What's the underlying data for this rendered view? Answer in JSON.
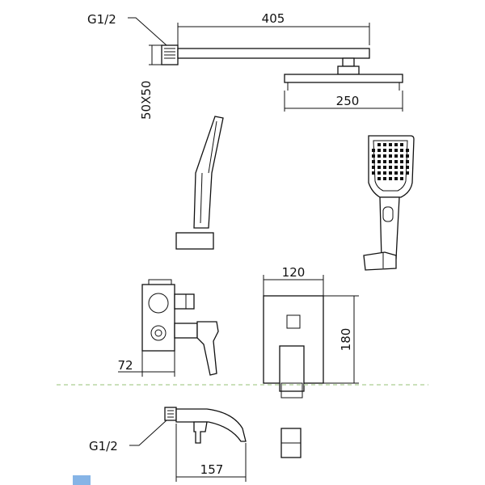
{
  "labels": {
    "thread_top": "G1/2",
    "arm_length": "405",
    "flange_size": "50X50",
    "head_width": "250",
    "valve_depth": "72",
    "plate_width": "120",
    "plate_height": "180",
    "thread_bottom": "G1/2",
    "spout_length": "157"
  },
  "colors": {
    "line": "#111111",
    "ground_line": "#b9d6a4",
    "corner_tab": "#86b4e6"
  }
}
